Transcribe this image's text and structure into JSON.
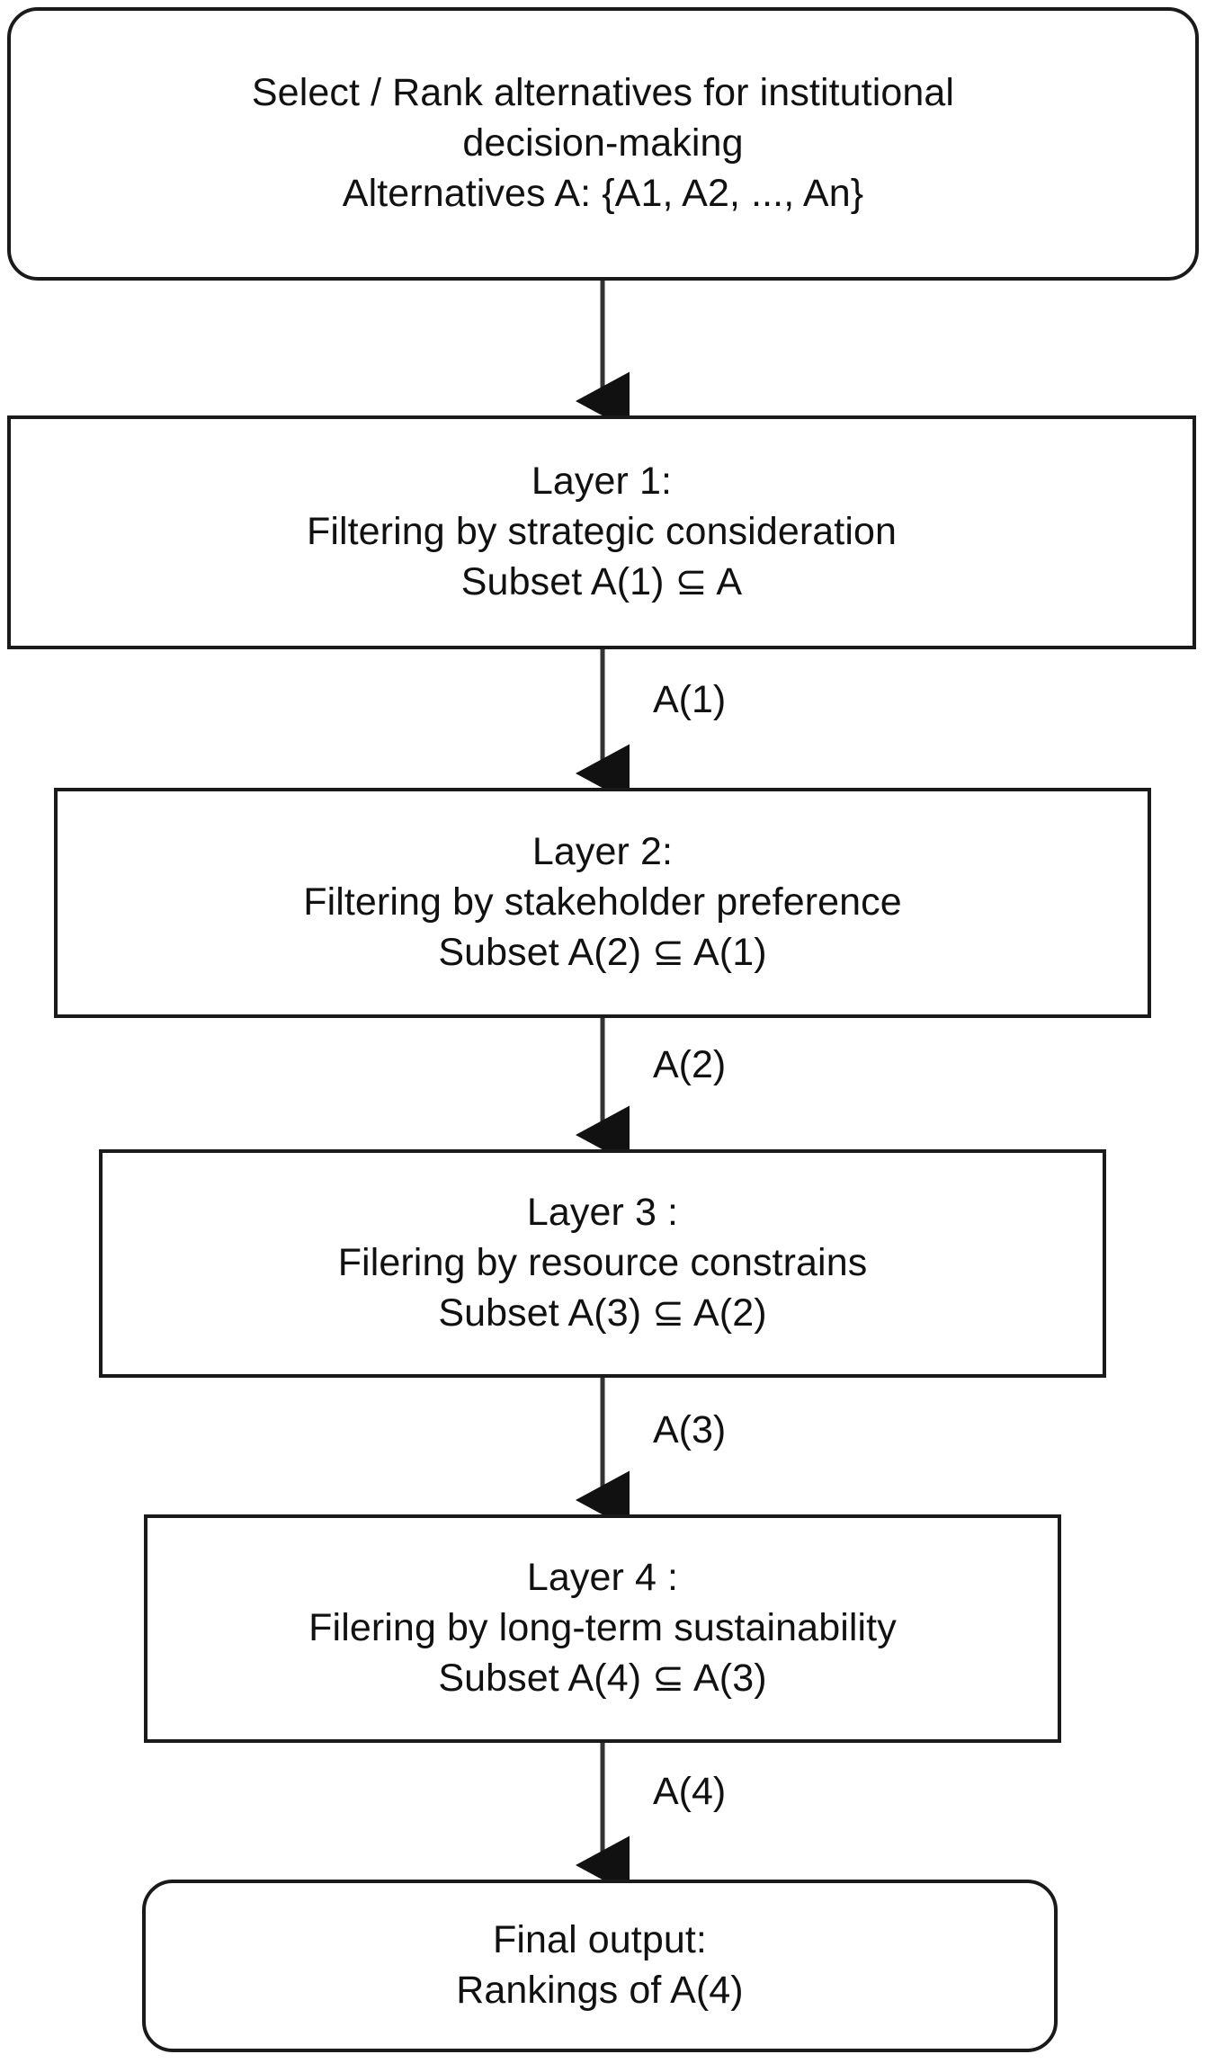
{
  "diagram": {
    "title": "Layered filtering flowchart for institutional decision-making",
    "colors": {
      "background": "#ffffff",
      "border": "#1a1a1a",
      "text": "#111111",
      "connector": "#333333"
    },
    "nodes": [
      {
        "id": "start",
        "shape": "rounded-rectangle",
        "lines": [
          "Select / Rank alternatives for institutional",
          "decision-making",
          "Alternatives A:  {A1, A2, ..., An}"
        ]
      },
      {
        "id": "layer1",
        "shape": "rectangle",
        "lines": [
          "Layer 1:",
          "Filtering by strategic consideration",
          "Subset  A(1)  ⊆  A"
        ]
      },
      {
        "id": "layer2",
        "shape": "rectangle",
        "lines": [
          "Layer 2:",
          "Filtering by stakeholder preference",
          "Subset  A(2)  ⊆ A(1)"
        ]
      },
      {
        "id": "layer3",
        "shape": "rectangle",
        "lines": [
          "Layer 3 :",
          "Filering by resource constrains",
          "Subset  A(3)  ⊆ A(2)"
        ]
      },
      {
        "id": "layer4",
        "shape": "rectangle",
        "lines": [
          "Layer 4 :",
          "Filering by long-term sustainability",
          "Subset  A(4)  ⊆ A(3)"
        ]
      },
      {
        "id": "final",
        "shape": "rounded-rectangle",
        "lines": [
          "Final output:",
          "Rankings of A(4)"
        ]
      }
    ],
    "edges": [
      {
        "id": "e0",
        "from": "start",
        "to": "layer1",
        "label": ""
      },
      {
        "id": "e1",
        "from": "layer1",
        "to": "layer2",
        "label": "A(1)"
      },
      {
        "id": "e2",
        "from": "layer2",
        "to": "layer3",
        "label": "A(2)"
      },
      {
        "id": "e3",
        "from": "layer3",
        "to": "layer4",
        "label": "A(3)"
      },
      {
        "id": "e4",
        "from": "layer4",
        "to": "final",
        "label": "A(4)"
      }
    ]
  }
}
